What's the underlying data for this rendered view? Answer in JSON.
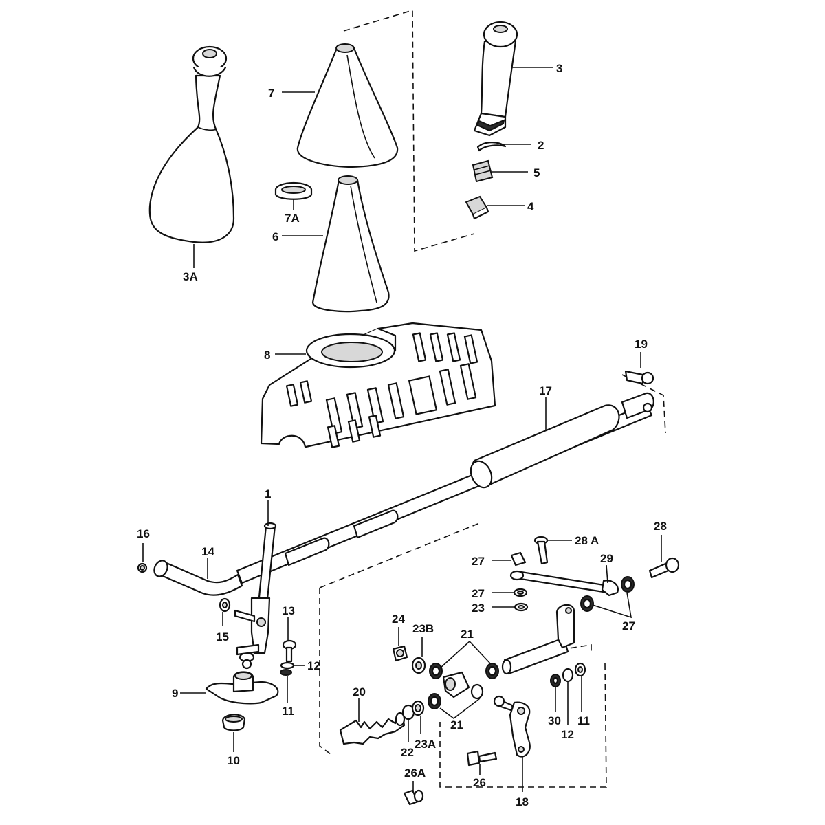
{
  "labels": {
    "p1": "1",
    "p2": "2",
    "p3": "3",
    "p3a": "3A",
    "p4": "4",
    "p5": "5",
    "p6": "6",
    "p7": "7",
    "p7a": "7A",
    "p8": "8",
    "p9": "9",
    "p10": "10",
    "p11a": "11",
    "p11b": "11",
    "p12a": "12",
    "p12b": "12",
    "p13": "13",
    "p14": "14",
    "p15": "15",
    "p16": "16",
    "p17": "17",
    "p18": "18",
    "p19": "19",
    "p20": "20",
    "p21a": "21",
    "p21b": "21",
    "p22": "22",
    "p23": "23",
    "p23a": "23A",
    "p23b": "23B",
    "p24": "24",
    "p26": "26",
    "p26a": "26A",
    "p27a": "27",
    "p27b": "27",
    "p27c": "27",
    "p28": "28",
    "p28a": "28 A",
    "p29": "29",
    "p30": "30"
  }
}
